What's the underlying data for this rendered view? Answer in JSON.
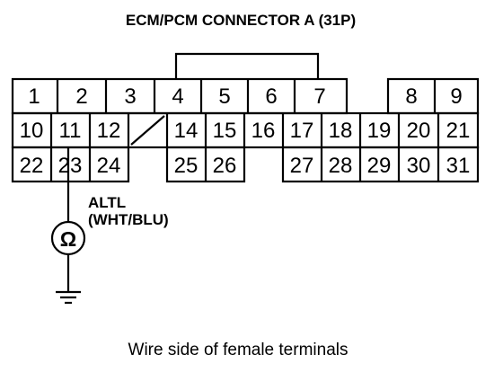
{
  "title": "ECM/PCM CONNECTOR A (31P)",
  "connector": {
    "rows": [
      [
        "1",
        "2",
        "3",
        "4",
        "5",
        "6",
        "7",
        "",
        "8",
        "9"
      ],
      [
        "10",
        "11",
        "12",
        "",
        "14",
        "15",
        "16",
        "17",
        "18",
        "19",
        "20",
        "21"
      ],
      [
        "22",
        "23",
        "24",
        "25",
        "26",
        "27",
        "28",
        "29",
        "30",
        "31"
      ]
    ],
    "missing_terminals": [
      "13"
    ]
  },
  "wire": {
    "terminal": "23",
    "name": "ALTL",
    "color": "(WHT/BLU)"
  },
  "meter_symbol": "Ω",
  "caption": "Wire side of female terminals"
}
